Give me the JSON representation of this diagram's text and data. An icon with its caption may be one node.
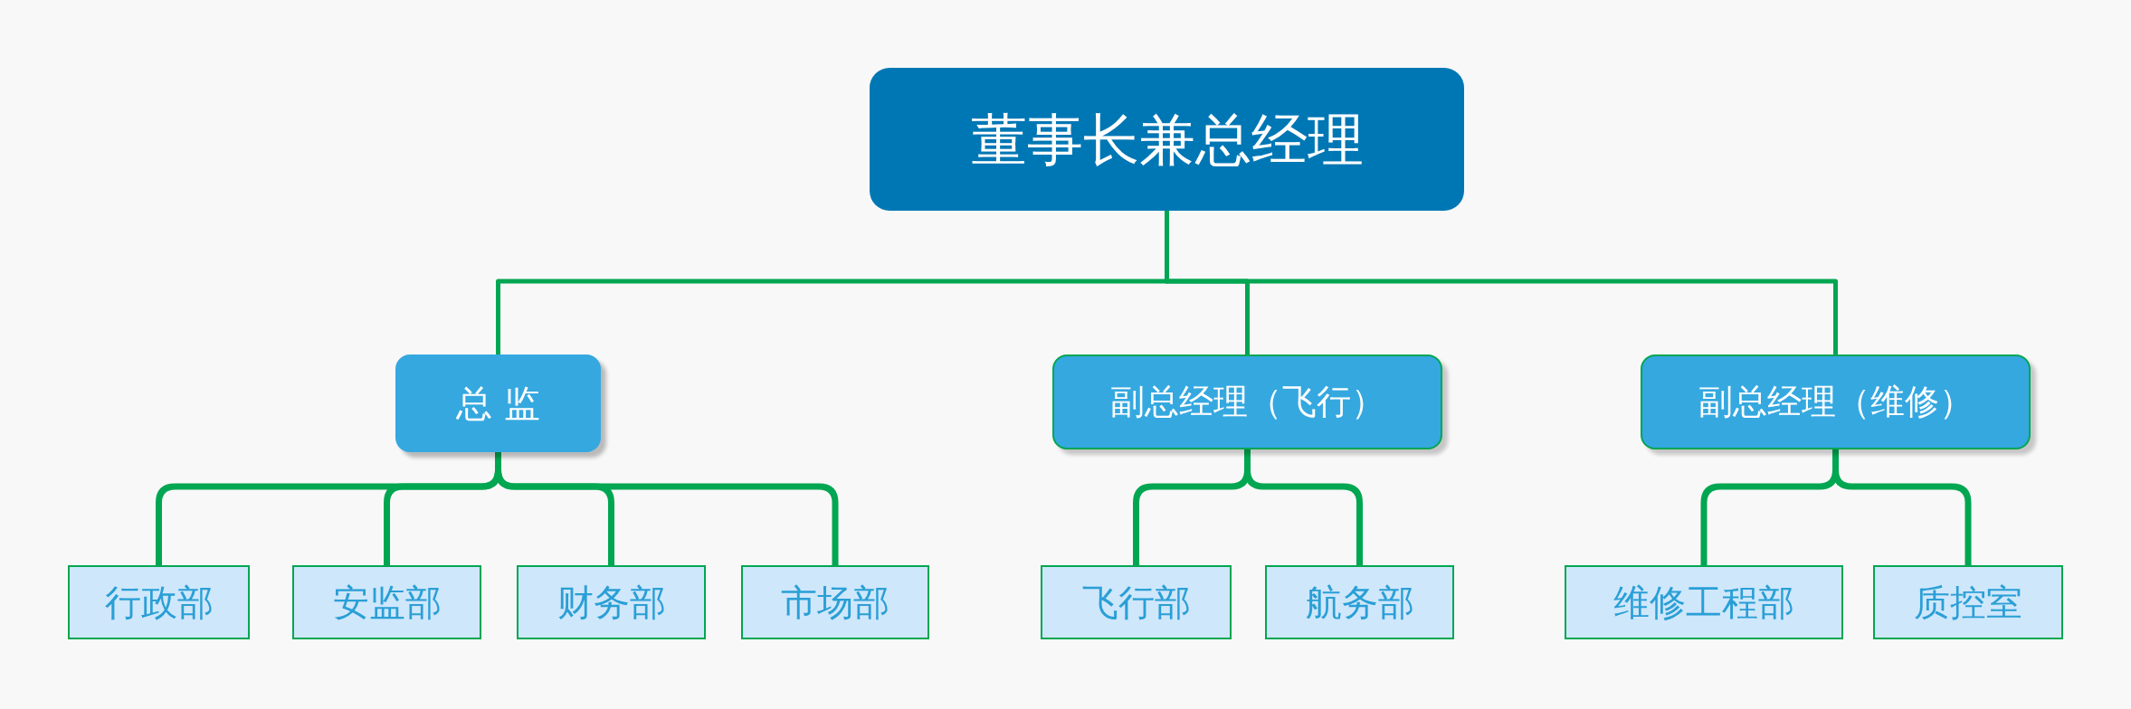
{
  "diagram": {
    "nodes": [
      {
        "text": [
          "董事长兼总经理"
        ]
      },
      {
        "text": [
          "总 监"
        ]
      },
      {
        "text": [
          "副总经理（飞行）"
        ]
      },
      {
        "text": [
          "副总经理（维修）"
        ]
      },
      {
        "text": [
          "行政部"
        ]
      },
      {
        "text": [
          "安监部"
        ]
      },
      {
        "text": [
          "财务部"
        ]
      },
      {
        "text": [
          "市场部"
        ]
      },
      {
        "text": [
          "飞行部"
        ]
      },
      {
        "text": [
          "航务部"
        ]
      },
      {
        "text": [
          "维修工程部"
        ]
      },
      {
        "text": [
          "质控室"
        ]
      }
    ],
    "edges": [
      {
        "from": 0,
        "to": 1,
        "arrow": "none"
      },
      {
        "from": 0,
        "to": 2,
        "arrow": "none"
      },
      {
        "from": 0,
        "to": 3,
        "arrow": "none"
      },
      {
        "from": 1,
        "to": 4,
        "arrow": "none"
      },
      {
        "from": 1,
        "to": 5,
        "arrow": "none"
      },
      {
        "from": 1,
        "to": 6,
        "arrow": "none"
      },
      {
        "from": 1,
        "to": 7,
        "arrow": "none"
      },
      {
        "from": 2,
        "to": 8,
        "arrow": "none"
      },
      {
        "from": 2,
        "to": 9,
        "arrow": "none"
      },
      {
        "from": 3,
        "to": 10,
        "arrow": "none"
      },
      {
        "from": 3,
        "to": 11,
        "arrow": "none"
      }
    ]
  }
}
